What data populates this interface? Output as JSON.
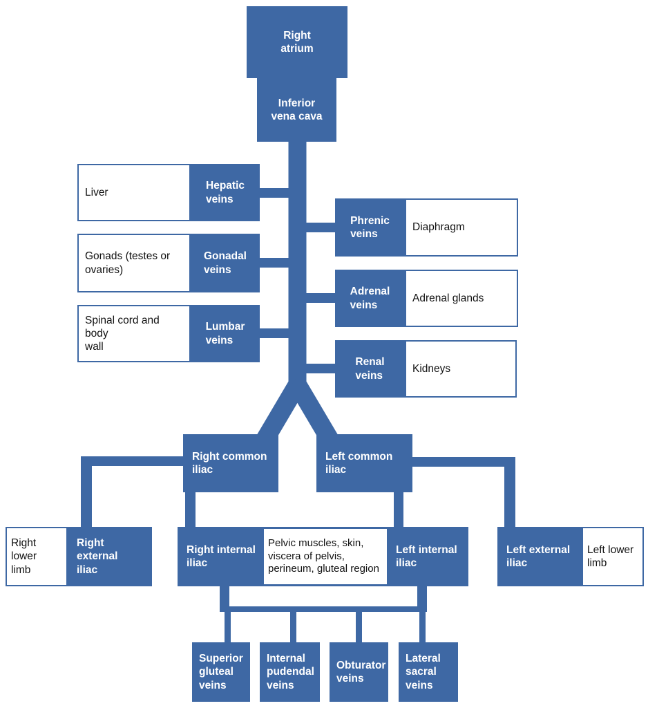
{
  "diagram_title": "Inferior vena cava tributaries flowchart",
  "colors": {
    "node_blue": "#3E68A4",
    "text_on_blue": "#FFFFFF",
    "text_on_white": "#111111",
    "background": "#FFFFFF"
  },
  "nodes": {
    "right_atrium": "Right\natrium",
    "inferior_vena_cava": "Inferior\nvena cava",
    "liver": "Liver",
    "hepatic_veins": "Hepatic\nveins",
    "gonads": "Gonads (testes or\novaries)",
    "gonadal_veins": "Gonadal\nveins",
    "spinal_cord": "Spinal cord and body\nwall",
    "lumbar_veins": "Lumbar\nveins",
    "phrenic_veins": "Phrenic\nveins",
    "diaphragm": "Diaphragm",
    "adrenal_veins": "Adrenal\nveins",
    "adrenal_glands": "Adrenal glands",
    "renal_veins": "Renal\nveins",
    "kidneys": "Kidneys",
    "right_common_iliac": "Right common\niliac",
    "left_common_iliac": "Left common\niliac",
    "right_lower_limb": "Right lower\nlimb",
    "right_external_iliac": "Right external\niliac",
    "right_internal_iliac": "Right internal\niliac",
    "pelvic_region": "Pelvic muscles, skin,\nviscera of pelvis,\nperineum, gluteal region",
    "left_internal_iliac": "Left internal\niliac",
    "left_external_iliac": "Left external\niliac",
    "left_lower_limb": "Left lower\nlimb",
    "superior_gluteal_veins": "Superior\ngluteal\nveins",
    "internal_pudendal_veins": "Internal\npudendal\nveins",
    "obturator_veins": "Obturator\nveins",
    "lateral_sacral_veins": "Lateral\nsacral\nveins"
  }
}
